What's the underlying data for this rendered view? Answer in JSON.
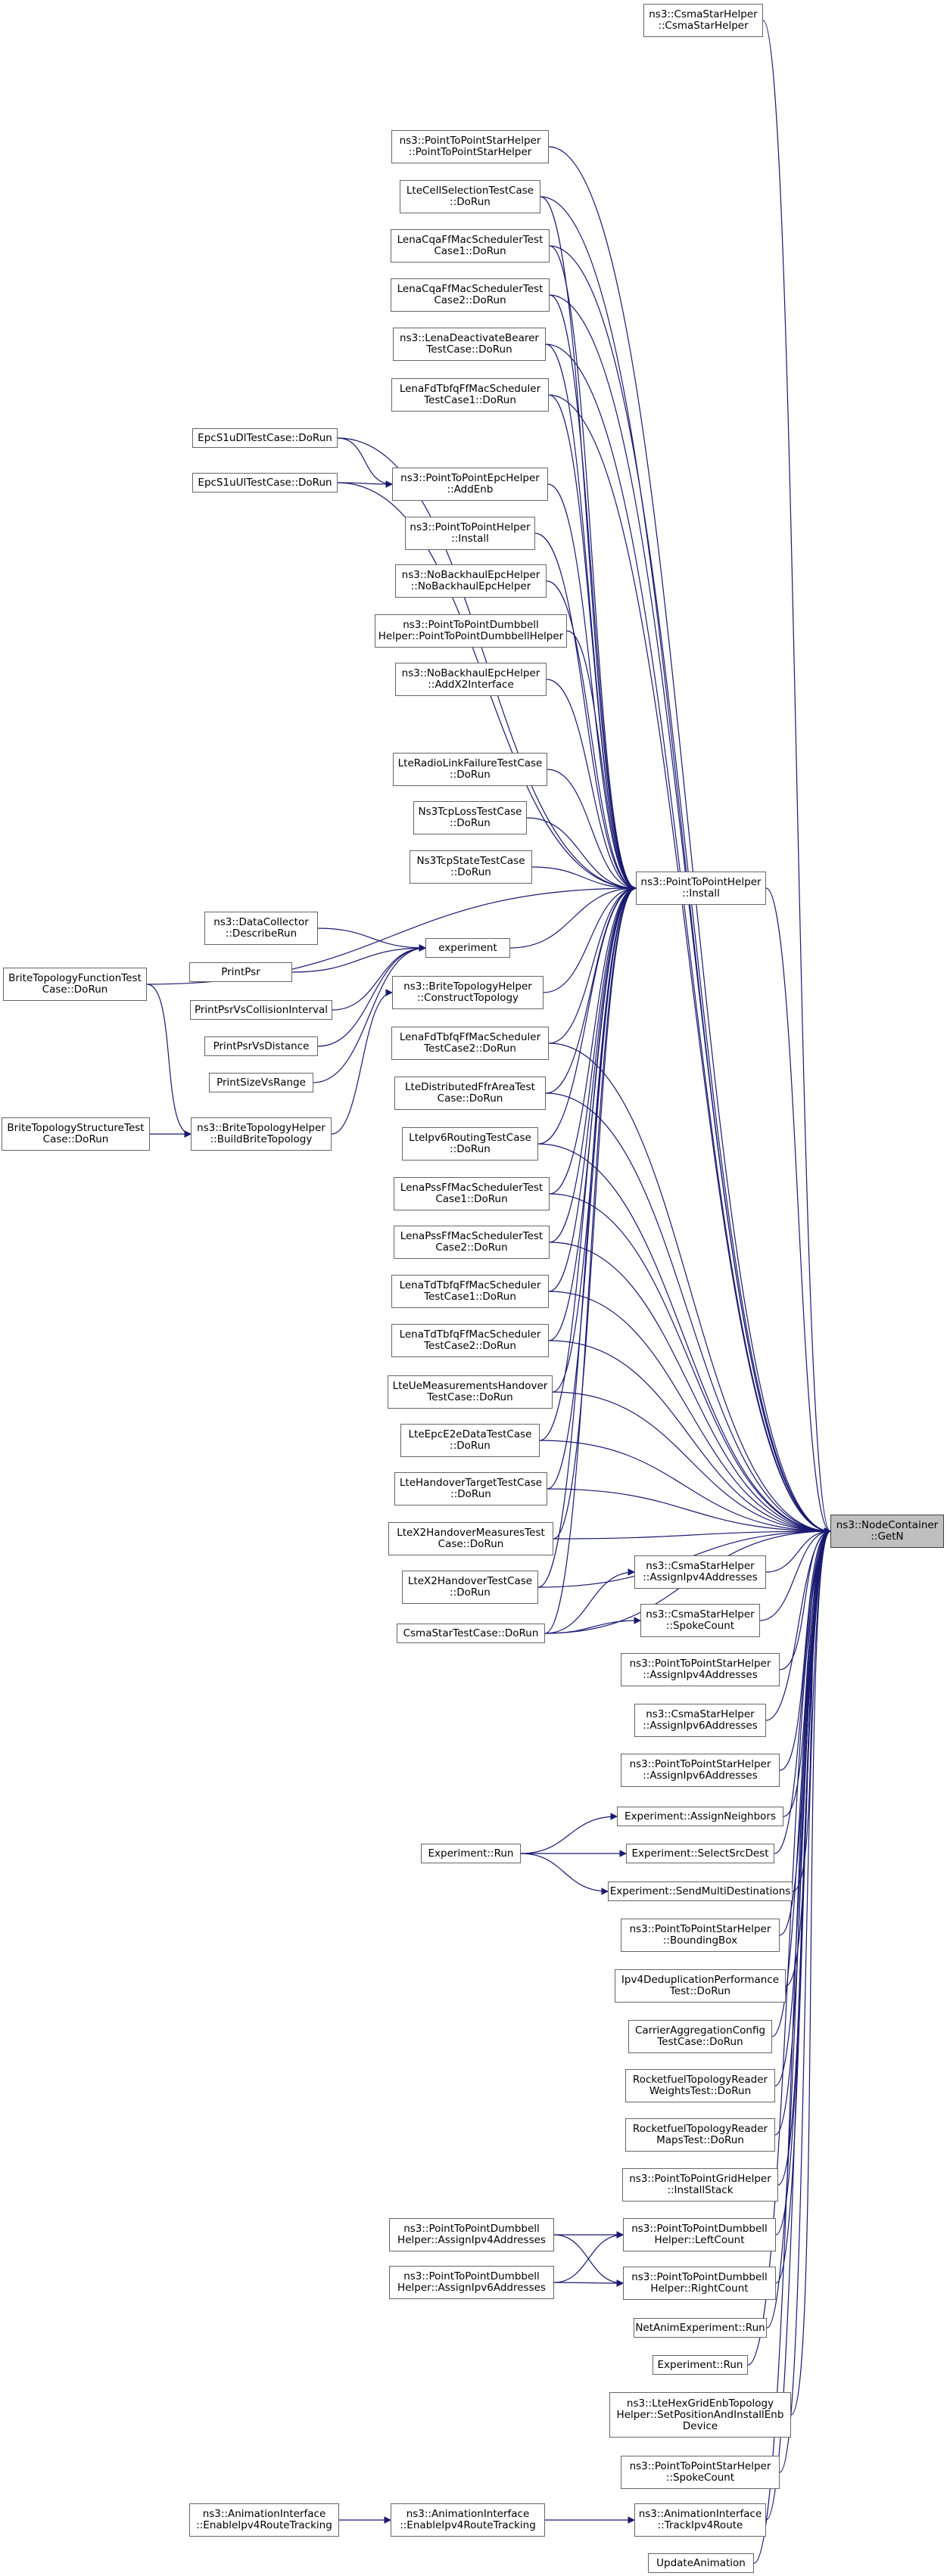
{
  "graph": {
    "focus_node": "ns3::NodeContainer\n::GetN",
    "edge_color": "#191970",
    "node_border_color": "#666666",
    "focus_fill_color": "#bfbfbf",
    "nodes": {
      "csmastarhelper_ctor": "ns3::CsmaStarHelper\n::CsmaStarHelper",
      "p2pstar_ctor": "ns3::PointToPointStarHelper\n::PointToPointStarHelper",
      "ltecellsel": "LteCellSelectionTestCase\n::DoRun",
      "lenacqa1": "LenaCqaFfMacSchedulerTest\nCase1::DoRun",
      "lenacqa2": "LenaCqaFfMacSchedulerTest\nCase2::DoRun",
      "lenadeact": "ns3::LenaDeactivateBearer\nTestCase::DoRun",
      "lenafdtbfq1": "LenaFdTbfqFfMacScheduler\nTestCase1::DoRun",
      "epcdl": "EpcS1uDlTestCase::DoRun",
      "epcul": "EpcS1uUlTestCase::DoRun",
      "p2pepc_addenb": "ns3::PointToPointEpcHelper\n::AddEnb",
      "p2phelper_install": "ns3::PointToPointHelper\n::Install",
      "nobackhaul_ctor": "ns3::NoBackhaulEpcHelper\n::NoBackhaulEpcHelper",
      "p2pdumbbell_ctor": "ns3::PointToPointDumbbell\nHelper::PointToPointDumbbellHelper",
      "nobackhaul_addx2": "ns3::NoBackhaulEpcHelper\n::AddX2Interface",
      "lteradiolink": "LteRadioLinkFailureTestCase\n::DoRun",
      "ns3tcploss": "Ns3TcpLossTestCase\n::DoRun",
      "ns3tcpstate": "Ns3TcpStateTestCase\n::DoRun",
      "p2p_install_main": "ns3::PointToPointHelper\n::Install",
      "datacollector": "ns3::DataCollector\n::DescribeRun",
      "experiment": "experiment",
      "printpsr": "PrintPsr",
      "brite_func": "BriteTopologyFunctionTest\nCase::DoRun",
      "printpsrcoll": "PrintPsrVsCollisionInterval",
      "brite_construct": "ns3::BriteTopologyHelper\n::ConstructTopology",
      "printpsrdist": "PrintPsrVsDistance",
      "lenafdtbfq2": "LenaFdTbfqFfMacScheduler\nTestCase2::DoRun",
      "printsize": "PrintSizeVsRange",
      "ltedistffr": "LteDistributedFfrAreaTest\nCase::DoRun",
      "brite_struct": "BriteTopologyStructureTest\nCase::DoRun",
      "brite_build": "ns3::BriteTopologyHelper\n::BuildBriteTopology",
      "lteipv6": "LteIpv6RoutingTestCase\n::DoRun",
      "lenapss1": "LenaPssFfMacSchedulerTest\nCase1::DoRun",
      "lenapss2": "LenaPssFfMacSchedulerTest\nCase2::DoRun",
      "lenatdtbfq1": "LenaTdTbfqFfMacScheduler\nTestCase1::DoRun",
      "lenatdtbfq2": "LenaTdTbfqFfMacScheduler\nTestCase2::DoRun",
      "lteuemeas": "LteUeMeasurementsHandover\nTestCase::DoRun",
      "lteepce2e": "LteEpcE2eDataTestCase\n::DoRun",
      "ltehandovertarget": "LteHandoverTargetTestCase\n::DoRun",
      "ltex2meas": "LteX2HandoverMeasuresTest\nCase::DoRun",
      "ltex2handover": "LteX2HandoverTestCase\n::DoRun",
      "csmastartest": "CsmaStarTestCase::DoRun",
      "csmastar_assignv4": "ns3::CsmaStarHelper\n::AssignIpv4Addresses",
      "csmastar_spoke": "ns3::CsmaStarHelper\n::SpokeCount",
      "p2pstar_assignv4": "ns3::PointToPointStarHelper\n::AssignIpv4Addresses",
      "csmastar_assignv6": "ns3::CsmaStarHelper\n::AssignIpv6Addresses",
      "p2pstar_assignv6": "ns3::PointToPointStarHelper\n::AssignIpv6Addresses",
      "exp_neighbors": "Experiment::AssignNeighbors",
      "exp_run": "Experiment::Run",
      "exp_selectsrc": "Experiment::SelectSrcDest",
      "exp_sendmulti": "Experiment::SendMultiDestinations",
      "p2pstar_bbox": "ns3::PointToPointStarHelper\n::BoundingBox",
      "ipv4dedup": "Ipv4DeduplicationPerformance\nTest::DoRun",
      "carrieragg": "CarrierAggregationConfig\nTestCase::DoRun",
      "rocketweights": "RocketfuelTopologyReader\nWeightsTest::DoRun",
      "rocketmaps": "RocketfuelTopologyReader\nMapsTest::DoRun",
      "p2pgrid_install": "ns3::PointToPointGridHelper\n::InstallStack",
      "dumbbell_assignv4": "ns3::PointToPointDumbbell\nHelper::AssignIpv4Addresses",
      "dumbbell_left": "ns3::PointToPointDumbbell\nHelper::LeftCount",
      "dumbbell_assignv6": "ns3::PointToPointDumbbell\nHelper::AssignIpv6Addresses",
      "dumbbell_right": "ns3::PointToPointDumbbell\nHelper::RightCount",
      "netanim_run": "NetAnimExperiment::Run",
      "experiment_run": "Experiment::Run",
      "ltehexgrid": "ns3::LteHexGridEnbTopology\nHelper::SetPositionAndInstallEnb\nDevice",
      "p2pstar_spoke": "ns3::PointToPointStarHelper\n::SpokeCount",
      "anim_enable_public": "ns3::AnimationInterface\n::EnableIpv4RouteTracking",
      "anim_enable": "ns3::AnimationInterface\n::EnableIpv4RouteTracking",
      "anim_track": "ns3::AnimationInterface\n::TrackIpv4Route",
      "update_anim": "UpdateAnimation",
      "getn": "ns3::NodeContainer\n::GetN"
    }
  }
}
